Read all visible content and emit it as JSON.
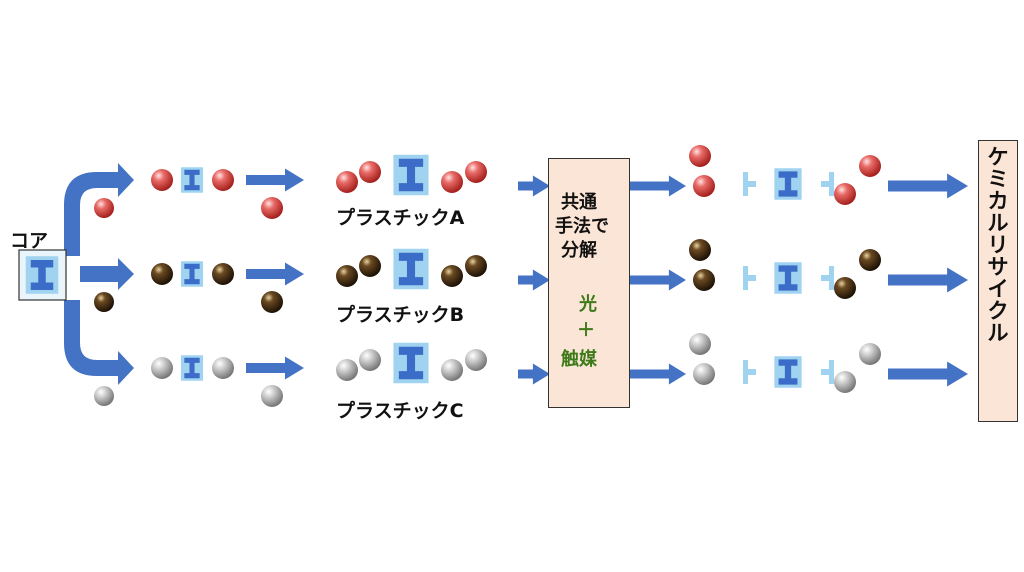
{
  "core_label": "コア",
  "plastics": [
    {
      "label": "プラスチックA",
      "color": "red"
    },
    {
      "label": "プラスチックB",
      "color": "brown"
    },
    {
      "label": "プラスチックC",
      "color": "gray"
    }
  ],
  "method_box": {
    "line1": "共通",
    "line2": "手法で",
    "line3": "分解",
    "light": "光",
    "plus": "＋",
    "catalyst": "触媒",
    "green_color": "#3d7a1a"
  },
  "result_label": "ケミカルリサイクル",
  "colors": {
    "arrow": "#4472c4",
    "core_dark": "#3b6cc7",
    "core_light": "#9fd3f0",
    "red": "#d9534f",
    "brown": "#4a3218",
    "gray": "#b8b8b8"
  }
}
